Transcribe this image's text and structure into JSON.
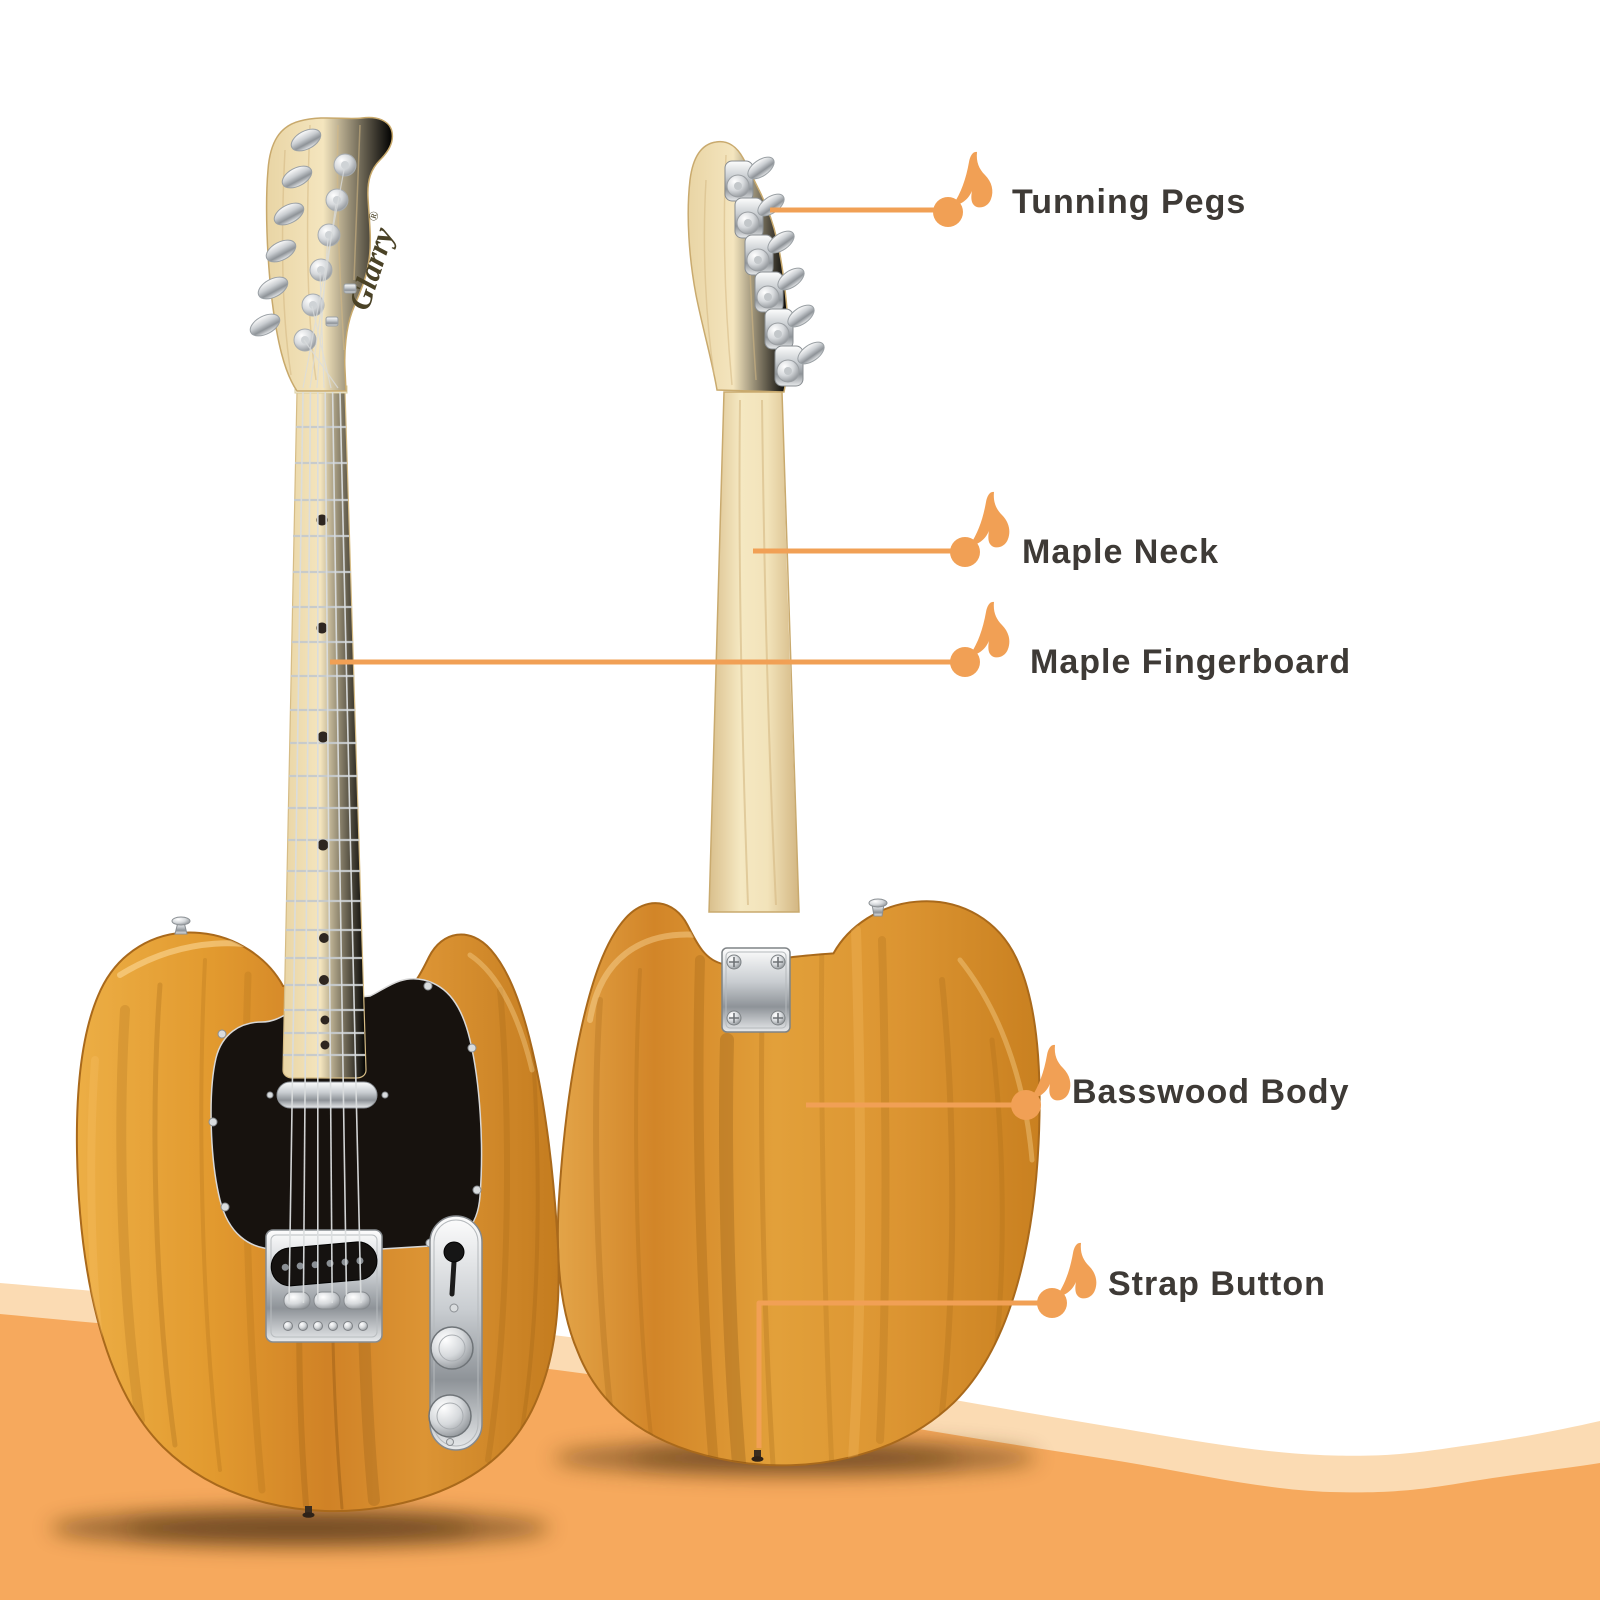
{
  "infographic": {
    "brand": {
      "logo_text": "Glarry",
      "registered_mark": "®"
    },
    "callouts": [
      {
        "id": "tuning-pegs",
        "label": "Tunning Pegs"
      },
      {
        "id": "maple-neck",
        "label": "Maple Neck"
      },
      {
        "id": "maple-fingerboard",
        "label": "Maple Fingerboard"
      },
      {
        "id": "basswood-body",
        "label": "Basswood Body"
      },
      {
        "id": "strap-button",
        "label": "Strap Button"
      }
    ],
    "icons": [
      {
        "name": "music-note-icon",
        "glyph": "eighth-note",
        "color": "#F1A055"
      }
    ],
    "colors": {
      "accent_orange": "#F1A055",
      "wave_light": "#FBDBB3",
      "wave_dark": "#F6A95D",
      "label_text": "#3E3A36",
      "pickguard_black": "#17120E",
      "body_wood": "#D98E2E",
      "neck_maple": "#F0DFB4"
    },
    "views": {
      "left_guitar": "front view",
      "right_guitar": "back view"
    }
  }
}
